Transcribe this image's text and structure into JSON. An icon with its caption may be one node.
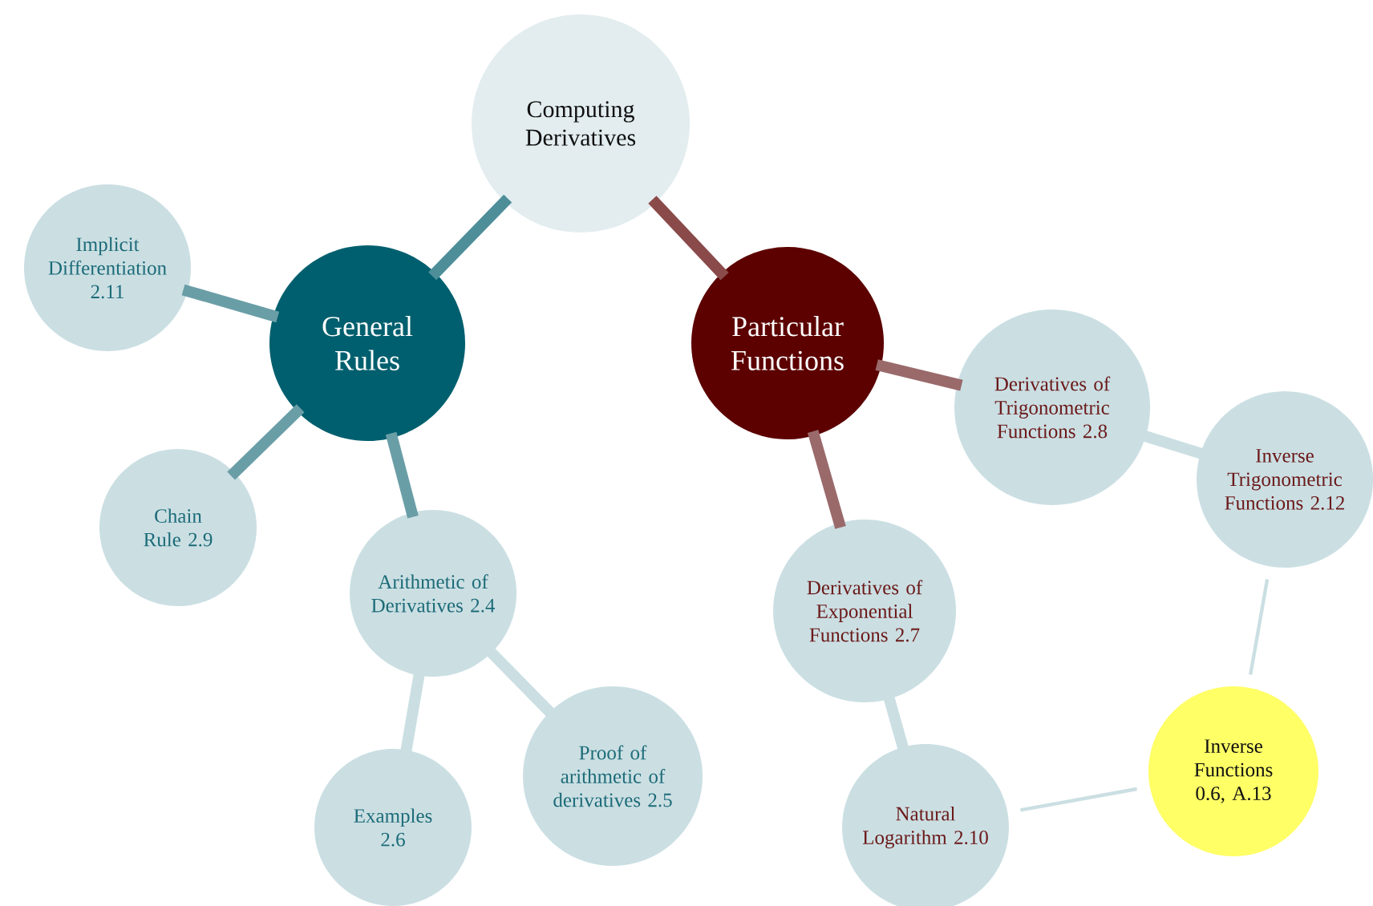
{
  "diagram": {
    "nodes": [
      {
        "text": [
          "Computing Derivatives"
        ]
      },
      {
        "text": [
          "General Rules"
        ]
      },
      {
        "text": [
          "Particular Functions"
        ]
      },
      {
        "text": [
          "Implicit Differentiation 2.11"
        ]
      },
      {
        "text": [
          "Chain Rule 2.9"
        ]
      },
      {
        "text": [
          "Arithmetic of Derivatives 2.4"
        ]
      },
      {
        "text": [
          "Examples 2.6"
        ]
      },
      {
        "text": [
          "Proof of arithmetic of derivatives 2.5"
        ]
      },
      {
        "text": [
          "Derivatives of Trigonometric Functions 2.8"
        ]
      },
      {
        "text": [
          "Inverse Trigonometric Functions 2.12"
        ]
      },
      {
        "text": [
          "Derivatives of Exponential Functions 2.7"
        ]
      },
      {
        "text": [
          "Natural Logarithm 2.10"
        ]
      },
      {
        "text": [
          "Inverse Functions 0.6, A.13"
        ]
      }
    ],
    "edges": [
      {
        "from": 0,
        "to": 1,
        "arrow": "none",
        "color": "#4d8e99"
      },
      {
        "from": 0,
        "to": 2,
        "arrow": "none",
        "color": "#8a4a4a"
      },
      {
        "from": 1,
        "to": 3,
        "arrow": "none",
        "color": "#6a9ea7"
      },
      {
        "from": 1,
        "to": 4,
        "arrow": "none",
        "color": "#6a9ea7"
      },
      {
        "from": 1,
        "to": 5,
        "arrow": "none",
        "color": "#6a9ea7"
      },
      {
        "from": 5,
        "to": 6,
        "arrow": "none",
        "color": "#cbdfe3"
      },
      {
        "from": 5,
        "to": 7,
        "arrow": "none",
        "color": "#cbdfe3"
      },
      {
        "from": 2,
        "to": 8,
        "arrow": "none",
        "color": "#9a6a6b"
      },
      {
        "from": 8,
        "to": 9,
        "arrow": "none",
        "color": "#cbdfe3"
      },
      {
        "from": 2,
        "to": 10,
        "arrow": "none",
        "color": "#9a6a6b"
      },
      {
        "from": 10,
        "to": 11,
        "arrow": "none",
        "color": "#cbdfe3"
      },
      {
        "from": 12,
        "to": 9,
        "arrow": "none",
        "color": "#cbdfe3"
      },
      {
        "from": 12,
        "to": 11,
        "arrow": "none",
        "color": "#cbdfe3"
      }
    ]
  }
}
